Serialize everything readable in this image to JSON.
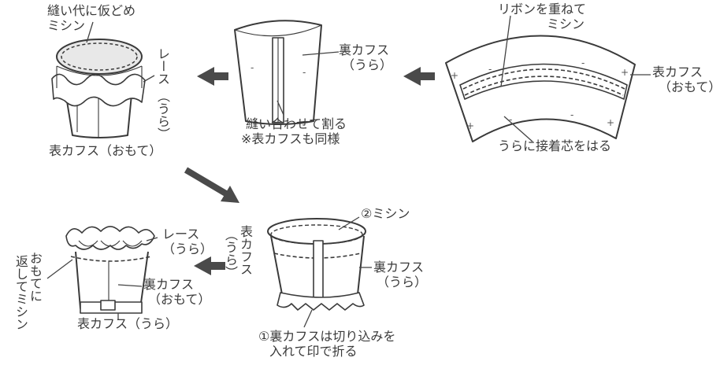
{
  "step1": {
    "ribbon_stitch": [
      "リボンを重ねて",
      "ミシン"
    ],
    "outer_cuff": [
      "表カフス",
      "（おもて）"
    ],
    "interfacing": "うらに接着芯をはる"
  },
  "step2": {
    "inner_cuff": [
      "裏カフス",
      "（うら）"
    ],
    "seam_note": [
      "縫い合わせて割る",
      "※表カフスも同様"
    ]
  },
  "step3": {
    "baste": [
      "縫い代に仮どめ",
      "ミシン"
    ],
    "lace": "レース",
    "lace_side": "（うら）",
    "outer_cuff_front": "表カフス（おもて）"
  },
  "step4": {
    "stitch2": "②ミシン",
    "outer_cuff_back": [
      "表カフス",
      "（うら）"
    ],
    "inner_cuff": [
      "裏カフス",
      "（うら）"
    ],
    "fold_note": [
      "①裏カフスは切り込みを",
      "入れて印で折る"
    ]
  },
  "step5": {
    "lace": [
      "レース",
      "（うら）"
    ],
    "turn_stitch": [
      "おもてに",
      "返してミシン"
    ],
    "inner_cuff_front": [
      "裏カフス",
      "（おもて）"
    ],
    "outer_cuff_back": "表カフス（うら）"
  }
}
